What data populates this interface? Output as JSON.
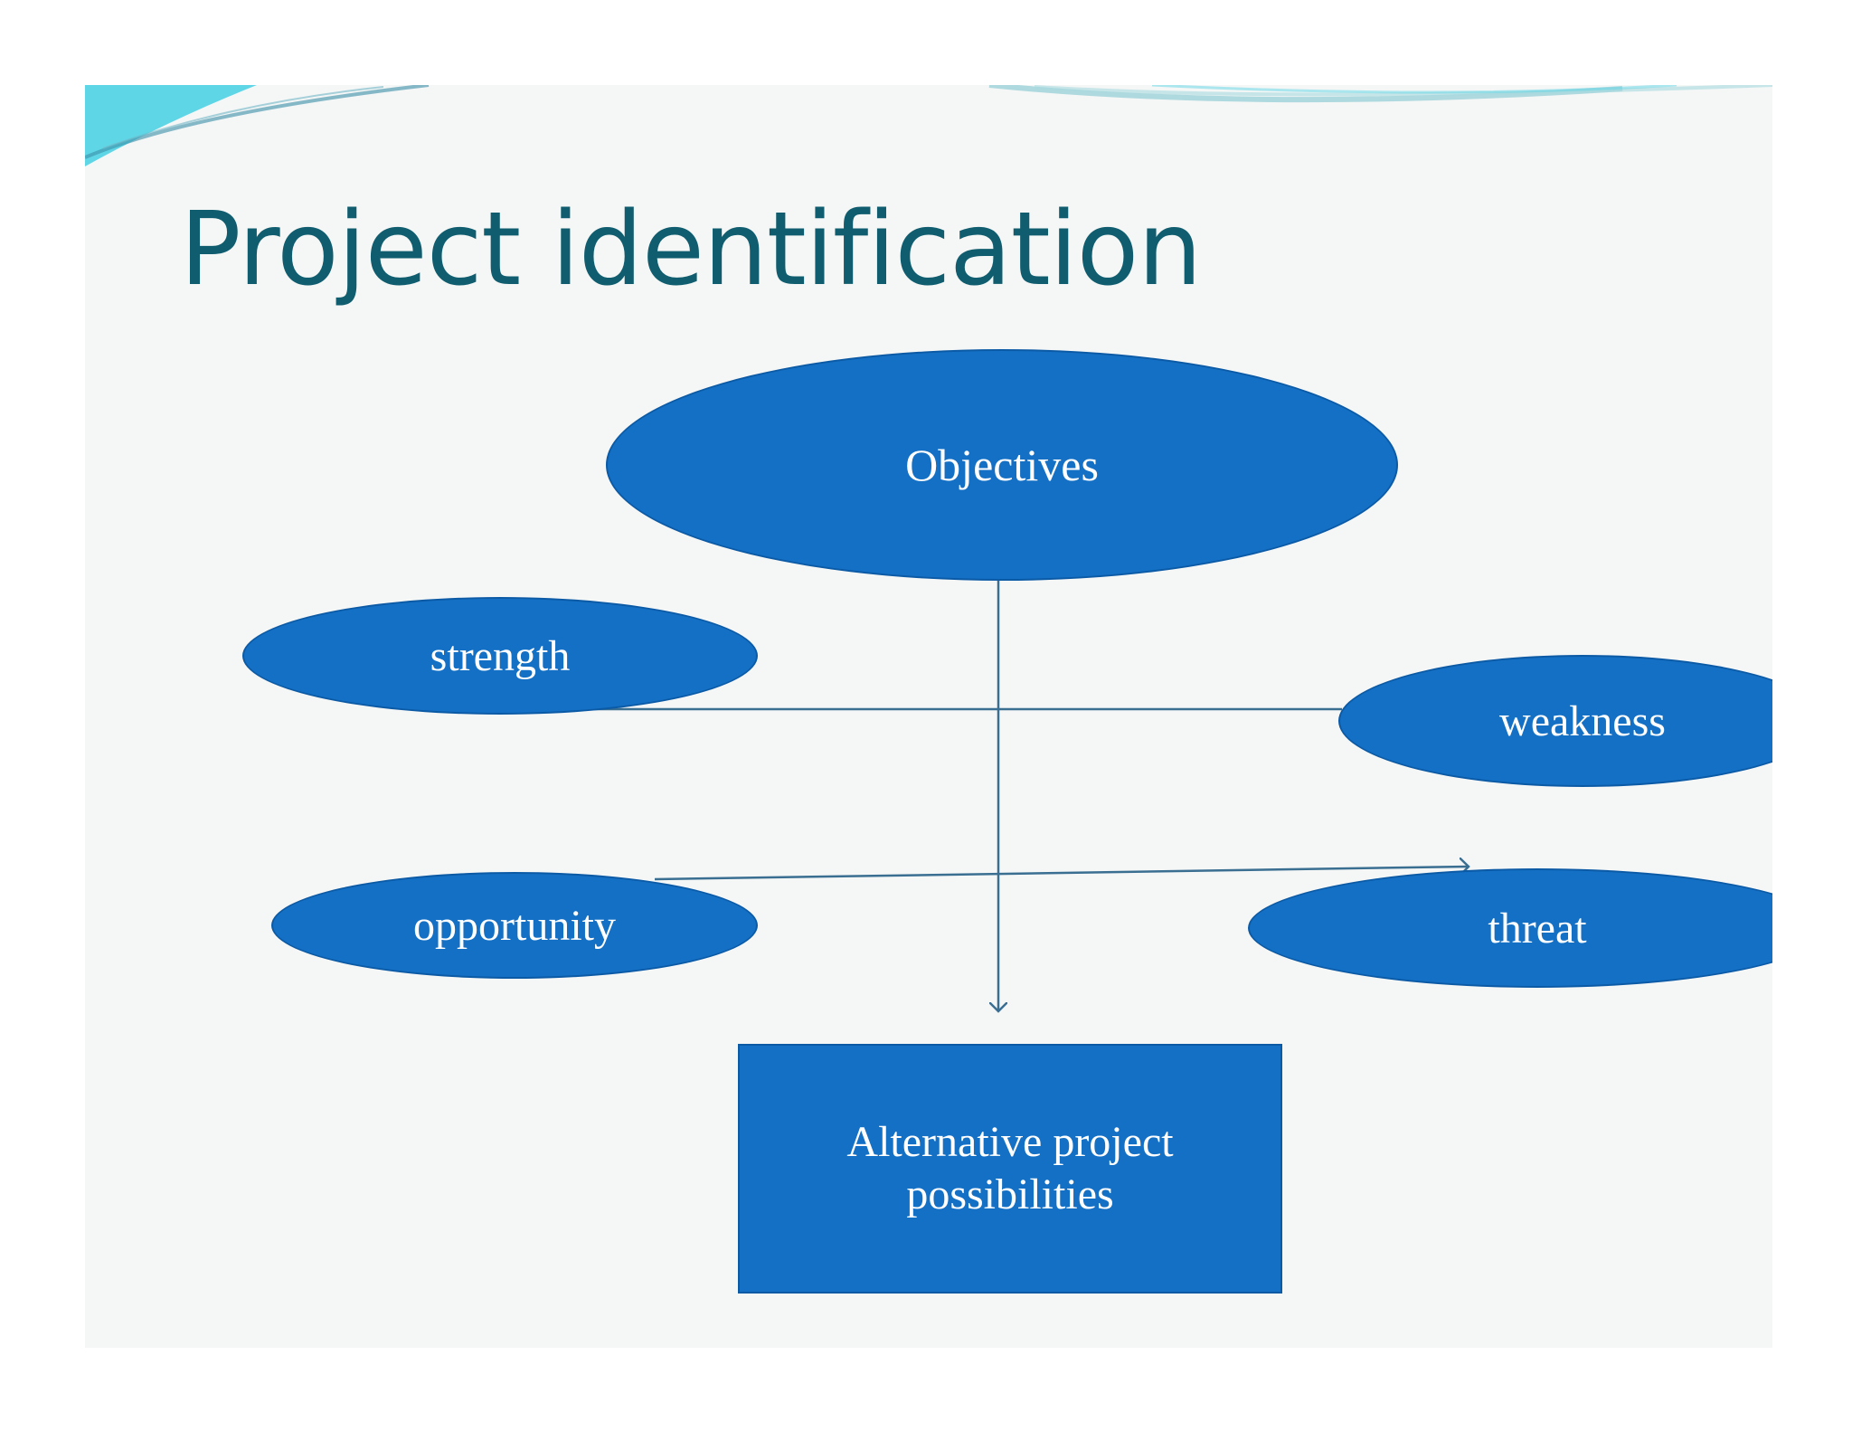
{
  "slide": {
    "title": "Project identification",
    "background": "#f5f6f6",
    "title_color": "#0f5d6e",
    "accent": "#1470c5",
    "line_color": "#3a6f92"
  },
  "diagram": {
    "nodes": {
      "objectives": "Objectives",
      "strength": "strength",
      "weakness": "weakness",
      "opportunity": "opportunity",
      "threat": "threat",
      "alternatives": "Alternative project possibilities"
    },
    "edges": [
      {
        "from": "objectives",
        "to": "alternatives",
        "arrow": true
      },
      {
        "from": "strength",
        "to": "weakness",
        "arrow": false
      },
      {
        "from": "opportunity",
        "to": "threat",
        "arrow": true
      }
    ]
  }
}
